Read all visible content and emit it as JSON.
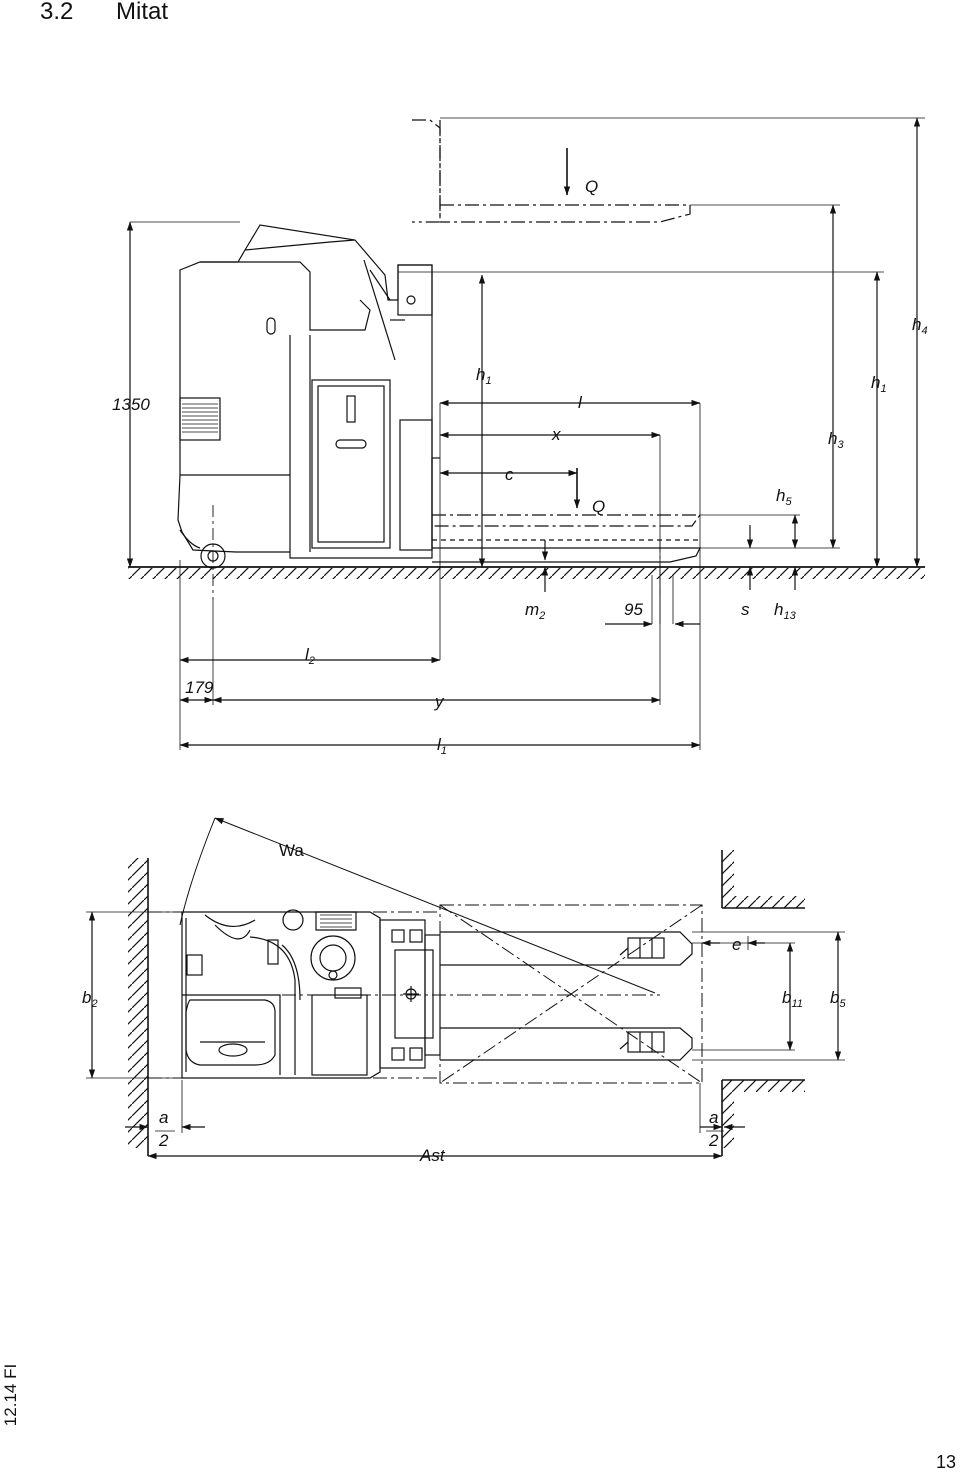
{
  "header": {
    "section_number": "3.2",
    "section_title": "Mitat"
  },
  "side_view": {
    "labels": {
      "Q_top": "Q",
      "Q_lower": "Q",
      "height_1350": "1350",
      "h1_left": "h",
      "h1_left_sub": "1",
      "h1_right": "h",
      "h1_right_sub": "1",
      "h3": "h",
      "h3_sub": "3",
      "h4": "h",
      "h4_sub": "4",
      "h5": "h",
      "h5_sub": "5",
      "h13": "h",
      "h13_sub": "13",
      "l": "l",
      "x": "x",
      "c": "c",
      "m2": "m",
      "m2_sub": "2",
      "dim_95": "95",
      "s": "s",
      "l2": "l",
      "l2_sub": "2",
      "dim_179": "179",
      "y": "y",
      "l1": "l",
      "l1_sub": "1"
    }
  },
  "top_view": {
    "labels": {
      "Wa": "Wa",
      "b2": "b",
      "b2_sub": "2",
      "e": "e",
      "b11": "b",
      "b11_sub": "11",
      "b5": "b",
      "b5_sub": "5",
      "a_left_num": "a",
      "a_left_den": "2",
      "a_right_num": "a",
      "a_right_den": "2",
      "Ast": "Ast"
    }
  },
  "footer": {
    "doc_code": "12.14 FI",
    "page_number": "13"
  }
}
